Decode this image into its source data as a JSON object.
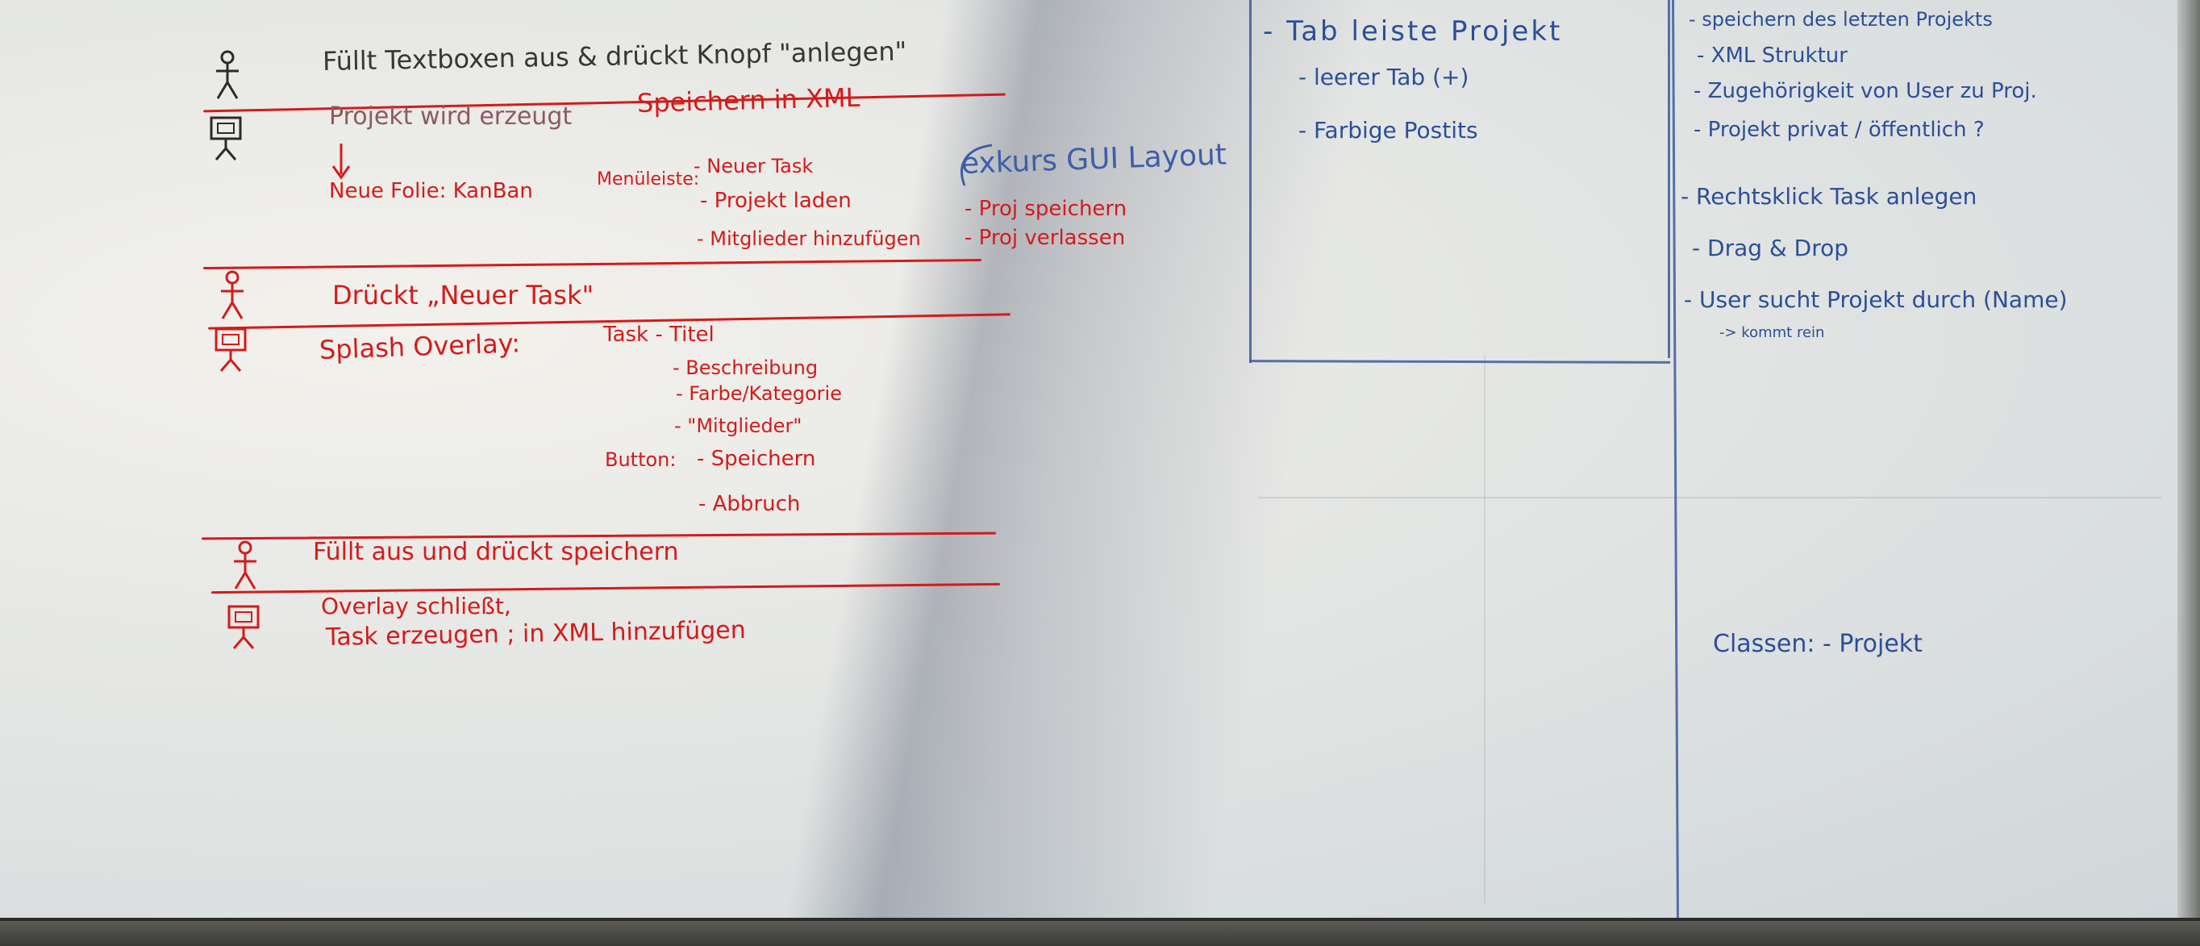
{
  "actor_rows": [
    {
      "text": "Füllt Textboxen aus & drückt Knopf \"anlegen\""
    },
    {
      "text": "Drückt „Neuer Task\""
    },
    {
      "text": "Füllt aus und drückt speichern"
    }
  ],
  "system_rows": [
    {
      "text": "Projekt wird erzeugt"
    },
    {
      "text": "Speichern in XML"
    },
    {
      "text": "Neue Folie: KanBan"
    },
    {
      "text": "Menüleiste:"
    },
    {
      "text": "- Neuer Task"
    },
    {
      "text": "- Projekt laden"
    },
    {
      "text": "- Mitglieder hinzufügen"
    },
    {
      "text": "Splash Overlay:"
    },
    {
      "text": "Task - Titel"
    },
    {
      "text": "- Beschreibung"
    },
    {
      "text": "- Farbe/Kategorie"
    },
    {
      "text": "- \"Mitglieder\""
    },
    {
      "text": "Button:"
    },
    {
      "text": "- Speichern"
    },
    {
      "text": "- Abbruch"
    },
    {
      "text": "Overlay schließt,"
    },
    {
      "text": "Task erzeugen ; in XML hinzufügen"
    }
  ],
  "excursus": {
    "title": "exkurs GUI Layout",
    "items": [
      "- Proj speichern",
      "- Proj verlassen"
    ]
  },
  "gui_box": {
    "items": [
      "- Tab leiste Projekt",
      "- leerer Tab (+)",
      "- Farbige Postits"
    ]
  },
  "right_list": {
    "items": [
      "- speichern des letzten Projekts",
      "- XML Struktur",
      "- Zugehörigkeit von User zu Proj.",
      "- Projekt privat / öffentlich ?",
      "- Rechtsklick Task anlegen",
      "- Drag & Drop",
      "- User sucht Projekt durch (Name)",
      "-> kommt rein"
    ],
    "classes": "Classen: - Projekt"
  },
  "icons": {
    "actor": "stick-figure-icon",
    "system": "monitor-figure-icon"
  },
  "colors": {
    "red_ink": "#d31b1b",
    "blue_ink": "#2b4f98",
    "board": "#e4e6e4"
  }
}
